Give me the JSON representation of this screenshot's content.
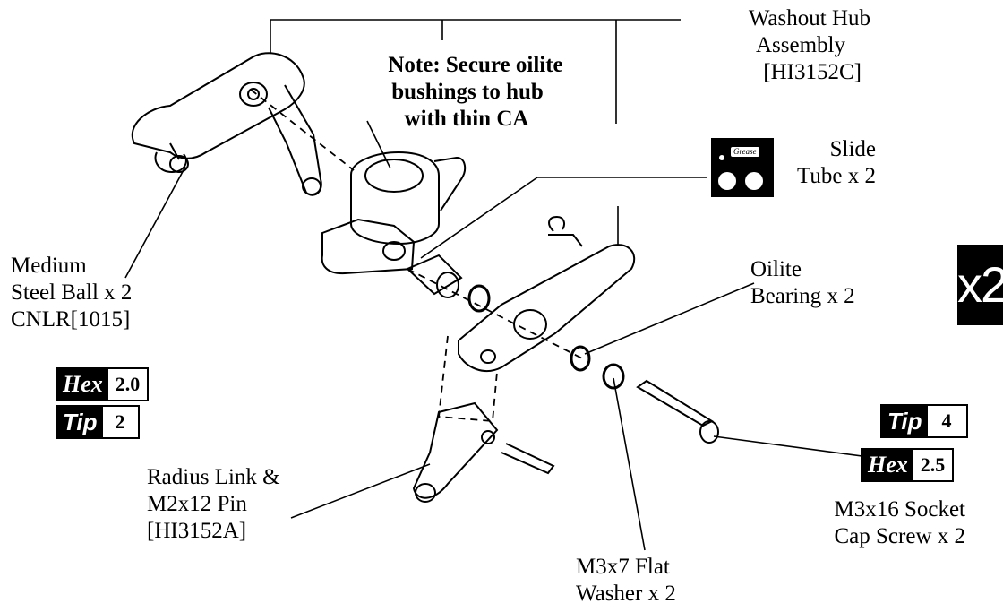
{
  "labels": {
    "washout_hub": [
      "Washout Hub",
      "Assembly",
      "[HI3152C]"
    ],
    "note": [
      "Note: Secure oilite",
      "bushings to hub",
      "with thin CA"
    ],
    "slide_tube": [
      "Slide",
      "Tube x 2"
    ],
    "medium_steel_ball": [
      "Medium",
      "Steel Ball x 2",
      "CNLR[1015]"
    ],
    "oilite_bearing": [
      "Oilite",
      "Bearing x 2"
    ],
    "radius_link": [
      "Radius Link &",
      "M2x12 Pin",
      "[HI3152A]"
    ],
    "flat_washer": [
      "M3x7 Flat",
      "Washer x 2"
    ],
    "socket_screw": [
      "M3x16 Socket",
      "Cap Screw x 2"
    ]
  },
  "tools": {
    "left_hex": {
      "key": "Hex",
      "value": "2.0"
    },
    "left_tip": {
      "key": "Tip",
      "value": "2"
    },
    "right_tip": {
      "key": "Tip",
      "value": "4"
    },
    "right_hex": {
      "key": "Hex",
      "value": "2.5"
    }
  },
  "grease_icon": {
    "text": "Grease"
  },
  "multiplier": "x2"
}
